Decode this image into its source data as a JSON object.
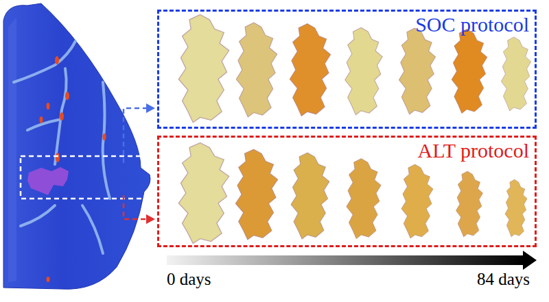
{
  "diagram": {
    "nodes": [
      {
        "text": [
          "SOC protocol"
        ]
      },
      {
        "text": [
          "ALT protocol"
        ]
      }
    ],
    "labels": [
      "0 days",
      "84 days"
    ]
  }
}
